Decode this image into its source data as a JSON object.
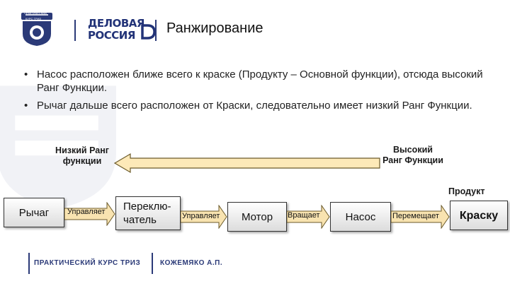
{
  "header": {
    "emblem_top": "ПРАКТИЧЕСКИЙ",
    "emblem_mid": "КУРС ТРИЗ",
    "logo_line1": "ДЕЛОВАЯ",
    "logo_line2": "РОССИЯ",
    "title": "Ранжирование"
  },
  "bullets": [
    {
      "marker": "•",
      "text": "Насос расположен ближе всего к краске (Продукту – Основной функции), отсюда высокий Ранг Функции."
    },
    {
      "marker": "•",
      "text": "Рычаг дальше всего расположен от Краски, следовательно имеет низкий Ранг Функции."
    }
  ],
  "rank": {
    "low": "Низкий Ранг функции",
    "high": "Высокий Ранг Функции",
    "arrow_color": "#fde9b8",
    "arrow_stroke": "#6b5a2a"
  },
  "product_label": "Продукт",
  "chain": {
    "boxes": [
      "Рычаг",
      "Переклю-чатель",
      "Мотор",
      "Насос",
      "Краску"
    ],
    "actions": [
      "Управляет",
      "Управляет",
      "Вращает",
      "Перемещает"
    ],
    "arrow_color": "#f8e3b0"
  },
  "footer": {
    "course": "ПРАКТИЧЕСКИЙ КУРС ТРИЗ",
    "author": "КОЖЕМЯКО А.П."
  },
  "colors": {
    "brand": "#2b3a78"
  }
}
